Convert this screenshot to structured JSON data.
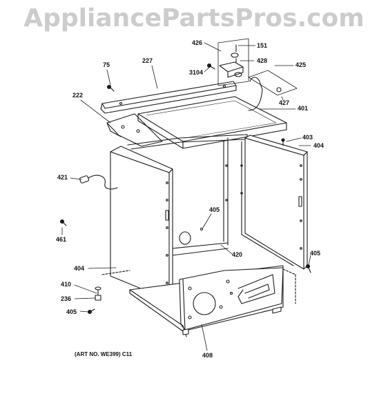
{
  "watermark": "AppliancePartsPros.com",
  "art_number": "(ART NO. WE399) C11",
  "callouts": {
    "p75": "75",
    "p227": "227",
    "p222": "222",
    "p426": "426",
    "p151": "151",
    "p428": "428",
    "p3104": "3104",
    "p425": "425",
    "p427": "427",
    "p401": "401",
    "p403": "403",
    "p404_right": "404",
    "p421": "421",
    "p405_center": "405",
    "p461": "461",
    "p420": "420",
    "p405_right": "405",
    "p404_left": "404",
    "p410": "410",
    "p236": "236",
    "p405_left": "405",
    "p408": "408"
  }
}
